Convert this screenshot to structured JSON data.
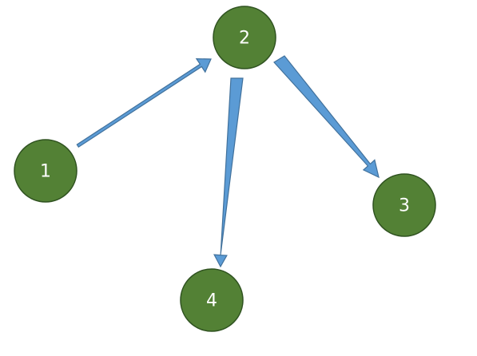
{
  "colors": {
    "node_fill": "#538135",
    "node_stroke": "#2f5220",
    "arrow_fill": "#5b9bd5",
    "arrow_stroke": "#41719c",
    "label_color": "#ffffff"
  },
  "nodes": [
    {
      "id": "n1",
      "label": "1"
    },
    {
      "id": "n2",
      "label": "2"
    },
    {
      "id": "n3",
      "label": "3"
    },
    {
      "id": "n4",
      "label": "4"
    }
  ],
  "edges": [
    {
      "from": "1",
      "to": "2"
    },
    {
      "from": "2",
      "to": "3"
    },
    {
      "from": "2",
      "to": "4"
    }
  ]
}
